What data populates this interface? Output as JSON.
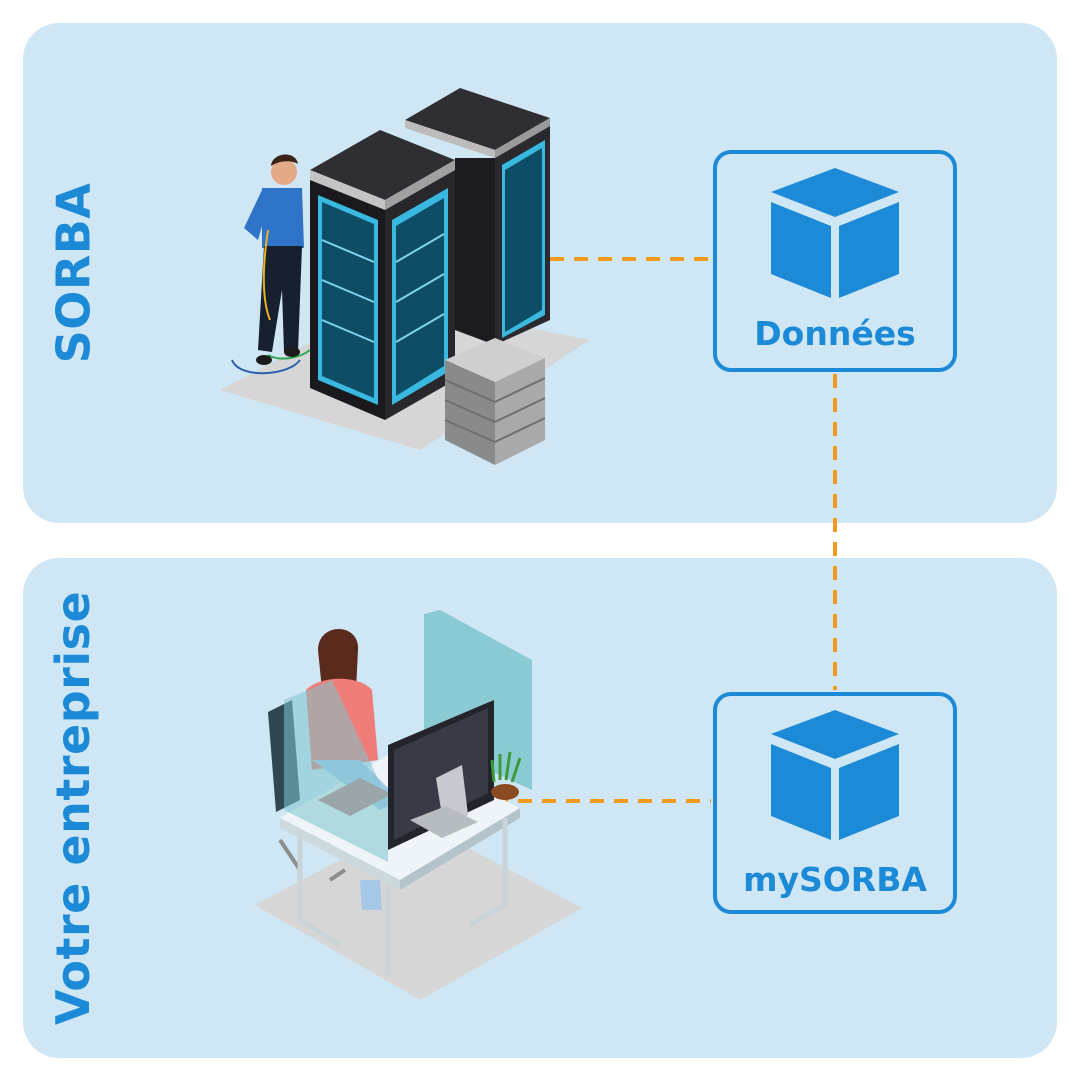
{
  "sections": {
    "top": {
      "label": "SORBA"
    },
    "bottom": {
      "label": "Votre entreprise"
    }
  },
  "nodes": {
    "donnees": {
      "label": "Données",
      "icon": "cube-icon"
    },
    "mysorba": {
      "label": "mySORBA",
      "icon": "cube-icon"
    }
  },
  "colors": {
    "panel": "#cfe7f5",
    "accent": "#1c8ad6",
    "connector": "#f39a1e"
  }
}
